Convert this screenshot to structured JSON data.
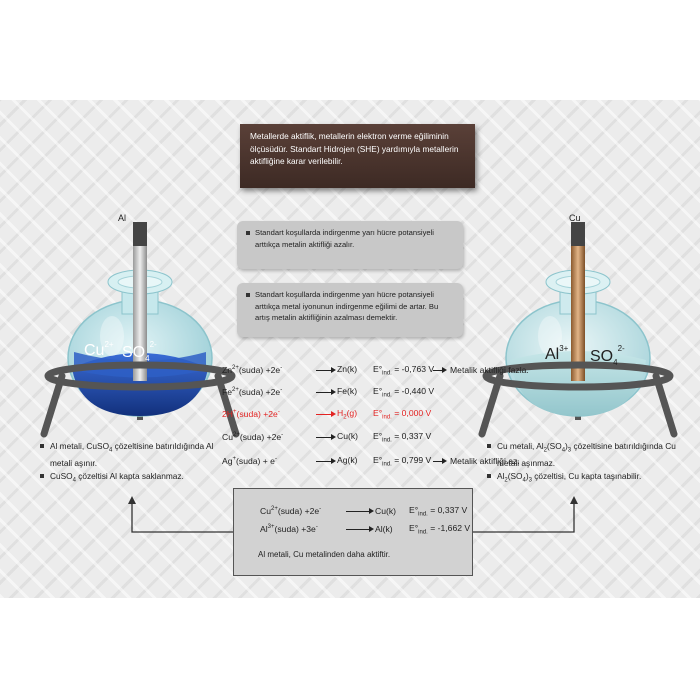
{
  "intro_text": "Metallerde aktiflik, metallerin elektron verme eğiliminin ölçüsüdür. Standart Hidrojen (SHE) yardımıyla metallerin aktifliğine karar verilebilir.",
  "bullets": [
    "Standart koşullarda indirgenme yarı hücre potansiyeli arttıkça metalin aktifliği azalır.",
    "Standart koşullarda indirgenme yarı hücre potansiyeli arttıkça metal iyonunun indirgenme eğilimi de artar. Bu artış metalin aktifliğinin azalması demektir."
  ],
  "left_setup": {
    "electrode_label": "Al",
    "ion_cation": "Cu",
    "ion_cation_charge": "2+",
    "ion_anion": "SO",
    "ion_anion_sub": "4",
    "ion_anion_charge": "2-",
    "solution_color": "#1f4fb4",
    "notes": [
      {
        "pre": "Al metali, CuSO",
        "sub": "4",
        "post": " çözeltisine batırıldığında Al metali aşınır."
      },
      {
        "pre": "CuSO",
        "sub": "4",
        "post": " çözeltisi Al kapta saklanmaz."
      }
    ]
  },
  "right_setup": {
    "electrode_label": "Cu",
    "ion_cation": "Al",
    "ion_cation_charge": "3+",
    "ion_anion": "SO",
    "ion_anion_sub": "4",
    "ion_anion_charge": "2-",
    "solution_color": "#b9dcdc",
    "notes": [
      {
        "pre": "Cu metali, Al",
        "sub": "2",
        "mid": "(SO",
        "sub2": "4",
        "post": ")",
        "sub3": "3",
        "tail": " çözeltisine batırıldığında Cu metali aşınmaz."
      },
      {
        "pre": "Al",
        "sub": "2",
        "mid": "(SO",
        "sub2": "4",
        "post": ")",
        "sub3": "3",
        "tail": " çözeltisi, Cu kapta taşınabilir."
      }
    ]
  },
  "potential_symbol": "E°",
  "potential_subscript": "ind.",
  "equations": [
    {
      "ion": "Zn",
      "charge": "2+",
      "lhs_rest": "(suda) +2e",
      "rhs": "Zn(k)",
      "rhs_sub": "",
      "rhs_tail": "",
      "value": "= -0,763  V",
      "note": "Metalik aktifliği fazla.",
      "ref": false
    },
    {
      "ion": "Fe",
      "charge": "2+",
      "lhs_rest": "(suda) +2e",
      "rhs": "Fe(k)",
      "rhs_sub": "",
      "rhs_tail": "",
      "value": "= -0,440  V",
      "note": "",
      "ref": false
    },
    {
      "ion": "2H",
      "charge": "+",
      "lhs_rest": "(suda) +2e",
      "rhs": "H",
      "rhs_sub": "2",
      "rhs_tail": "(g)",
      "value": "= 0,000  V",
      "note": "",
      "ref": true
    },
    {
      "ion": "Cu",
      "charge": "2+",
      "lhs_rest": "(suda) +2e",
      "rhs": "Cu(k)",
      "rhs_sub": "",
      "rhs_tail": "",
      "value": "= 0,337  V",
      "note": "",
      "ref": false
    },
    {
      "ion": "Ag",
      "charge": "+",
      "lhs_rest": "(suda) + e",
      "rhs": "Ag(k)",
      "rhs_sub": "",
      "rhs_tail": "",
      "value": "= 0,799  V",
      "note": "Metalik aktifliği az.",
      "ref": false
    }
  ],
  "electron_charge": "-",
  "bottom_box": {
    "equations": [
      {
        "ion": "Cu",
        "charge": "2+",
        "lhs_rest": "(suda) +2e",
        "rhs": "Cu(k)",
        "value": "= 0,337  V"
      },
      {
        "ion": "Al",
        "charge": "3+",
        "lhs_rest": "(suda) +3e",
        "rhs": "Al(k)",
        "value": "= -1,662  V"
      }
    ],
    "conclusion": "Al metali, Cu metalinden daha aktiftir."
  },
  "colors": {
    "intro_bg": "#4a342d",
    "bullet_bg": "#c8c8c8",
    "reference_text": "#e32322",
    "al_electrode": "#c9c9c9",
    "cu_electrode": "#c48a52"
  }
}
